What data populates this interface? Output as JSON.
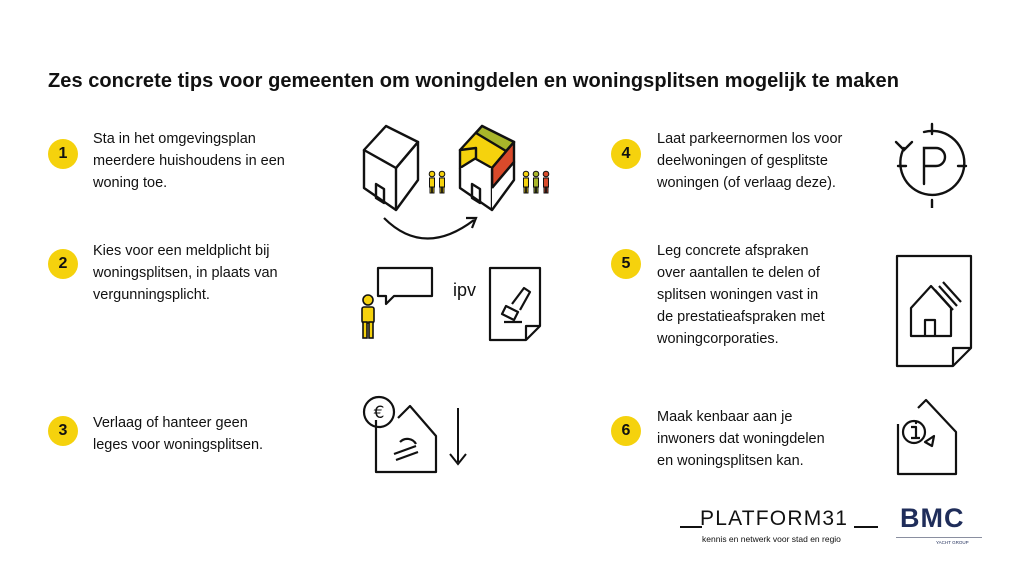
{
  "title": "Zes concrete tips voor gemeenten om woningdelen en woningsplitsen mogelijk te maken",
  "tips": [
    {
      "number": "1",
      "text": "Sta in het omgevingsplan\nmeerdere huishoudens in een\nwoning toe."
    },
    {
      "number": "2",
      "text": "Kies voor een meldplicht bij\nwoningsplitsen, in plaats van\nvergunningsplicht."
    },
    {
      "number": "3",
      "text": "Verlaag of hanteer  geen\nleges voor woningsplitsen."
    },
    {
      "number": "4",
      "text": "Laat parkeernormen los voor\ndeelwoningen of gesplitste\nwoningen (of verlaag deze)."
    },
    {
      "number": "5",
      "text": "Leg concrete afspraken\nover aantallen te delen of\nsplitsen woningen vast in\nde prestatieafspraken met\nwoningcorporaties."
    },
    {
      "number": "6",
      "text": "Maak kenbaar aan je\ninwoners dat woningdelen\nen woningsplitsen kan."
    }
  ],
  "icons": {
    "tip1": "house-split-icon",
    "tip2": "person-speech-vs-document-icon",
    "tip2_label": "ipv",
    "tip3": "euro-house-down-icon",
    "tip4": "parking-icon",
    "tip5": "document-house-icon",
    "tip6": "info-house-icon"
  },
  "logos": {
    "platform31_name": "PLATFORM31",
    "platform31_tagline": "kennis en netwerk voor stad en regio",
    "bmc_name": "BMC",
    "bmc_tagline": "YACHT GROUP"
  },
  "colors": {
    "badge": "#f5d20d",
    "yellow": "#f5d20d",
    "olive": "#a8b52a",
    "red": "#d94a2b",
    "text": "#111111",
    "bmc": "#1f2d5a"
  }
}
